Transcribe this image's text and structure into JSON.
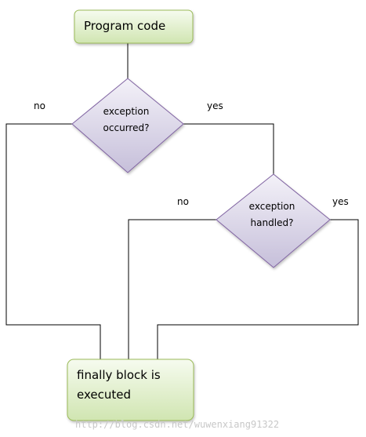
{
  "nodes": {
    "program_code": "Program code",
    "exception_occurred": [
      "exception",
      "occurred?"
    ],
    "exception_handled": [
      "exception",
      "handled?"
    ],
    "finally_block": [
      "finally block is",
      "executed"
    ]
  },
  "edge_labels": {
    "occurred_no": "no",
    "occurred_yes": "yes",
    "handled_no": "no",
    "handled_yes": "yes"
  },
  "watermark": "http://blog.csdn.net/wuwenxiang91322",
  "colors": {
    "process_fill_top": "#f4f9ec",
    "process_fill_bottom": "#d2e6b4",
    "process_stroke": "#9bbb59",
    "decision_fill_top": "#f1eff6",
    "decision_fill_bottom": "#c9c2dc",
    "decision_stroke": "#8064a2",
    "connector": "#000000"
  }
}
